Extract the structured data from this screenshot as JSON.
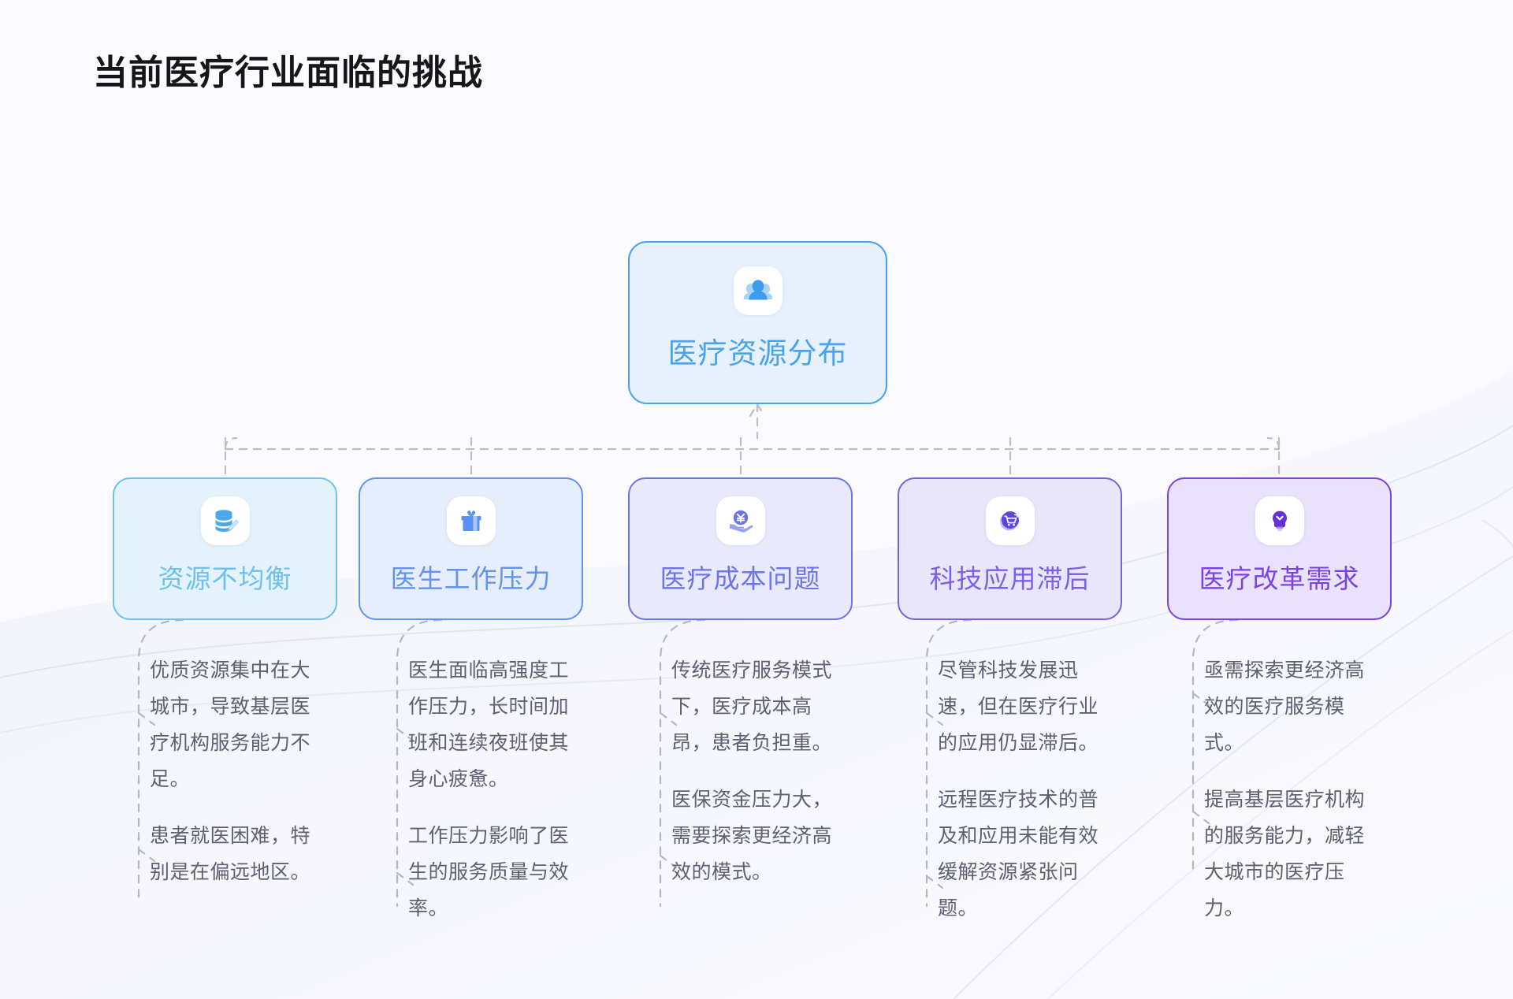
{
  "page": {
    "title": "当前医疗行业面临的挑战",
    "background_color": "#fafaff",
    "title_color": "#15161a"
  },
  "mindmap": {
    "root": {
      "label": "医疗资源分布",
      "icon": "users-icon",
      "accent_color": "#4aa3ef",
      "fill_color": "#e7f1fd"
    },
    "children": [
      {
        "label": "资源不均衡",
        "icon": "database-edit-icon",
        "accent_color": "#6fc0ef",
        "fill_color": "#e3f2fc",
        "details": [
          "优质资源集中在大城市，导致基层医疗机构服务能力不足。",
          "患者就医困难，特别是在偏远地区。"
        ]
      },
      {
        "label": "医生工作压力",
        "icon": "gift-box-icon",
        "accent_color": "#6293f0",
        "fill_color": "#e6eefd",
        "details": [
          "医生面临高强度工作压力，长时间加班和连续夜班使其身心疲惫。",
          "工作压力影响了医生的服务质量与效率。"
        ]
      },
      {
        "label": "医疗成本问题",
        "icon": "hand-holding-yuan-icon",
        "accent_color": "#6d73e8",
        "fill_color": "#e8e9fb",
        "details": [
          "传统医疗服务模式下，医疗成本高昂，患者负担重。",
          "医保资金压力大，需要探索更经济高效的模式。"
        ]
      },
      {
        "label": "科技应用滞后",
        "icon": "shopping-cart-icon",
        "accent_color": "#7b5fe6",
        "fill_color": "#e9e6fb",
        "details": [
          "尽管科技发展迅速，但在医疗行业的应用仍显滞后。",
          "远程医疗技术的普及和应用未能有效缓解资源紧张问题。"
        ]
      },
      {
        "label": "医疗改革需求",
        "icon": "lightbulb-icon",
        "accent_color": "#7a42e3",
        "fill_color": "#e9e2fb",
        "details": [
          "亟需探索更经济高效的医疗服务模式。",
          "提高基层医疗机构的服务能力，减轻大城市的医疗压力。"
        ]
      }
    ]
  }
}
